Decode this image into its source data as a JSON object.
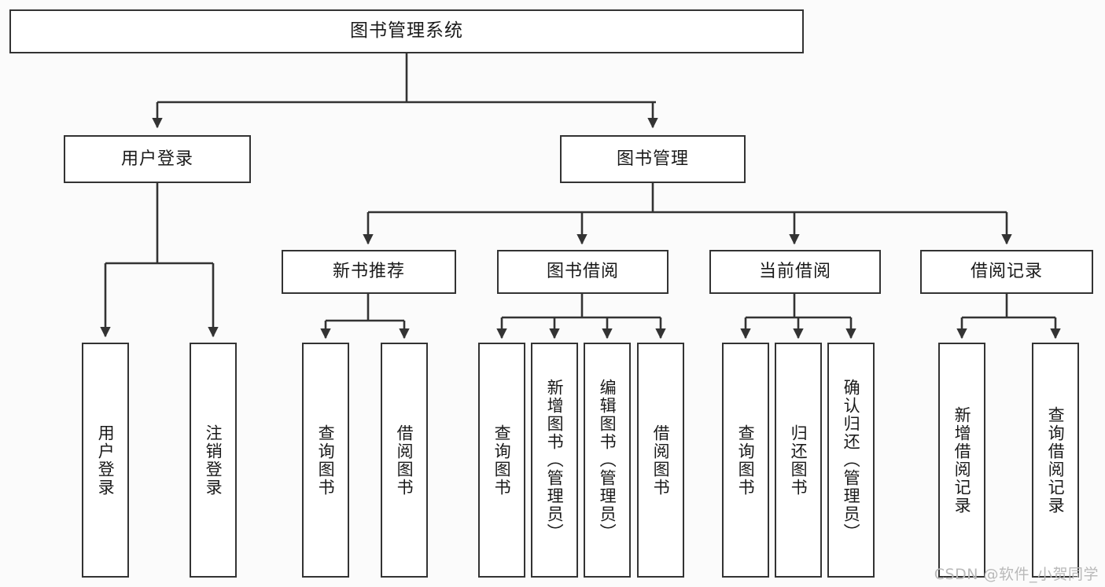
{
  "diagram": {
    "type": "tree-hierarchy-diagram",
    "title": "图书管理系统",
    "colors": {
      "stroke": "#333333",
      "node_fill": "#ffffff",
      "page_background": "#fbfbfb",
      "watermark": "#b9b9b9"
    },
    "levels": {
      "root": {
        "label": "图书管理系统"
      },
      "level1": [
        {
          "label": "用户登录"
        },
        {
          "label": "图书管理"
        }
      ],
      "level2": [
        {
          "label": "新书推荐"
        },
        {
          "label": "图书借阅"
        },
        {
          "label": "当前借阅"
        },
        {
          "label": "借阅记录"
        }
      ],
      "leaves_user_login": [
        {
          "label": "用户登录"
        },
        {
          "label": "注销登录"
        }
      ],
      "leaves_new_books": [
        {
          "label": "查询图书"
        },
        {
          "label": "借阅图书"
        }
      ],
      "leaves_borrow": [
        {
          "label": "查询图书"
        },
        {
          "label": "新增图书（管理员）"
        },
        {
          "label": "编辑图书（管理员）"
        },
        {
          "label": "借阅图书"
        }
      ],
      "leaves_current": [
        {
          "label": "查询图书"
        },
        {
          "label": "归还图书"
        },
        {
          "label": "确认归还（管理员）"
        }
      ],
      "leaves_records": [
        {
          "label": "新增借阅记录"
        },
        {
          "label": "查询借阅记录"
        }
      ]
    },
    "watermark": "CSDN @软件_小贺同学"
  }
}
